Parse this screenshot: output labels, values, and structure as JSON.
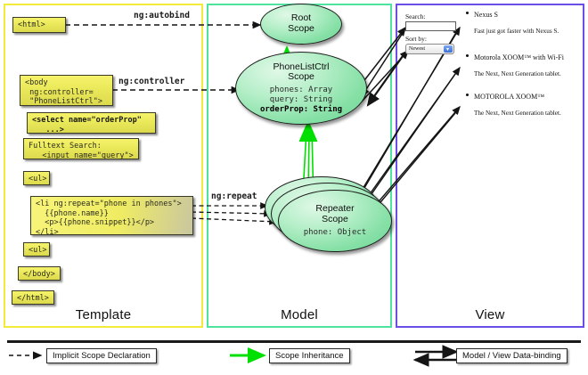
{
  "panels": {
    "template": {
      "label": "Template",
      "border_color": "#f2eb3a"
    },
    "model": {
      "label": "Model",
      "border_color": "#4fe3a0"
    },
    "view": {
      "label": "View",
      "border_color": "#6a4ee8"
    }
  },
  "template_boxes": [
    {
      "name": "html-open-box",
      "text": "<html>"
    },
    {
      "name": "body-controller-box",
      "text": "<body\n ng:controller=\n \"PhoneListCtrl\">"
    },
    {
      "name": "select-orderprop-box",
      "text": "<select name=\"orderProp\"\n   ...>"
    },
    {
      "name": "fulltext-search-box",
      "text": "Fulltext Search:\n   <input name=\"query\">"
    },
    {
      "name": "ul-open-box",
      "text": "<ul>"
    },
    {
      "name": "li-ngrepeat-box",
      "text": "<li ng:repeat=\"phone in phones\">\n  {{phone.name}}\n  <p>{{phone.snippet}}</p>\n</li>"
    },
    {
      "name": "ul-close-box",
      "text": "<ul>"
    },
    {
      "name": "body-close-box",
      "text": "</body>"
    },
    {
      "name": "html-close-box",
      "text": "</html>"
    }
  ],
  "model_scopes": [
    {
      "name": "root-scope",
      "title": "Root\nScope",
      "props": ""
    },
    {
      "name": "phonelistctrl-scope",
      "title": "PhoneListCtrl\nScope",
      "props_plain": "phones: Array\nquery: String",
      "props_bold": "orderProp: String"
    },
    {
      "name": "repeater-scope",
      "title": "Repeater\nScope",
      "props": "phone: Object"
    }
  ],
  "arrow_labels": {
    "autobind": "ng:autobind",
    "controller": "ng:controller",
    "repeat": "ng:repeat"
  },
  "view": {
    "search_label": "Search:",
    "search_value": "",
    "sortby_label": "Sort by:",
    "sort_selected": "Newest",
    "items": [
      {
        "title": "Nexus S",
        "snippet": "Fast just got faster with Nexus S."
      },
      {
        "title": "Motorola XOOM™ with Wi-Fi",
        "snippet": "The Next, Next Generation tablet."
      },
      {
        "title": "MOTOROLA XOOM™",
        "snippet": "The Next, Next Generation tablet."
      }
    ]
  },
  "legend": [
    {
      "name": "legend-implicit-scope",
      "text": "Implicit Scope Declaration",
      "style": "dashed-arrow",
      "color": "#1a1a1a"
    },
    {
      "name": "legend-scope-inheritance",
      "text": "Scope Inheritance",
      "style": "solid-green-arrow",
      "color": "#00e000"
    },
    {
      "name": "legend-data-binding",
      "text": "Model / View Data-binding",
      "style": "double-arrow",
      "color": "#1a1a1a"
    }
  ]
}
